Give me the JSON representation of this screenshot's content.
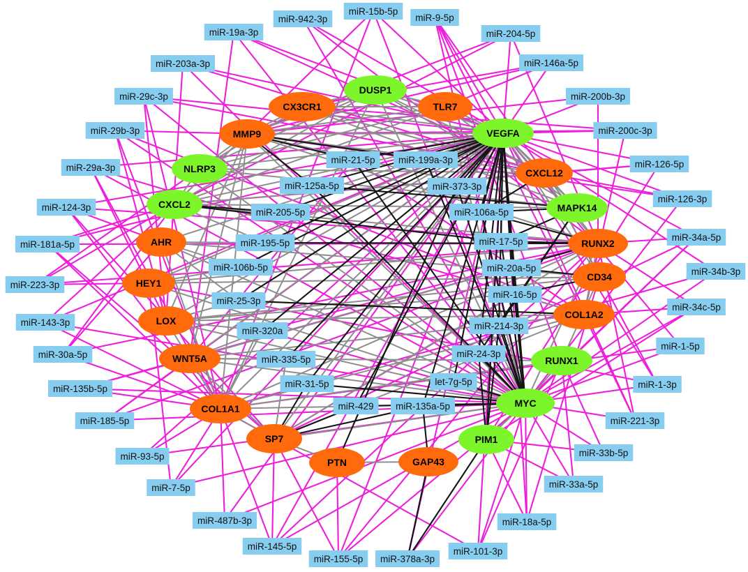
{
  "colors": {
    "mirna_box": "#87CDF0",
    "gene_green": "#7CF52B",
    "gene_orange": "#FF6A0D",
    "edge_magenta": "#EE1FDB",
    "edge_gray": "#8E8E8E",
    "edge_black": "#141414",
    "label_text": "#000000"
  },
  "genes": [
    {
      "label": "DUSP1",
      "color": "#7CF52B"
    },
    {
      "label": "CX3CR1",
      "color": "#FF6A0D"
    },
    {
      "label": "TLR7",
      "color": "#FF6A0D"
    },
    {
      "label": "MMP9",
      "color": "#FF6A0D"
    },
    {
      "label": "VEGFA",
      "color": "#7CF52B"
    },
    {
      "label": "NLRP3",
      "color": "#7CF52B"
    },
    {
      "label": "CXCL12",
      "color": "#FF6A0D"
    },
    {
      "label": "CXCL2",
      "color": "#7CF52B"
    },
    {
      "label": "MAPK14",
      "color": "#7CF52B"
    },
    {
      "label": "AHR",
      "color": "#FF6A0D"
    },
    {
      "label": "RUNX2",
      "color": "#FF6A0D"
    },
    {
      "label": "HEY1",
      "color": "#FF6A0D"
    },
    {
      "label": "CD34",
      "color": "#FF6A0D"
    },
    {
      "label": "LOX",
      "color": "#FF6A0D"
    },
    {
      "label": "COL1A2",
      "color": "#FF6A0D"
    },
    {
      "label": "WNT5A",
      "color": "#FF6A0D"
    },
    {
      "label": "RUNX1",
      "color": "#7CF52B"
    },
    {
      "label": "COL1A1",
      "color": "#FF6A0D"
    },
    {
      "label": "MYC",
      "color": "#7CF52B"
    },
    {
      "label": "SP7",
      "color": "#FF6A0D"
    },
    {
      "label": "PIM1",
      "color": "#7CF52B"
    },
    {
      "label": "PTN",
      "color": "#FF6A0D"
    },
    {
      "label": "GAP43",
      "color": "#FF6A0D"
    }
  ],
  "mirnas": [
    "miR-15b-5p",
    "miR-942-3p",
    "miR-9-5p",
    "miR-19a-3p",
    "miR-204-5p",
    "miR-203a-3p",
    "miR-146a-5p",
    "miR-29c-3p",
    "miR-200b-3p",
    "miR-29b-3p",
    "miR-200c-3p",
    "miR-29a-3p",
    "miR-126-5p",
    "miR-124-3p",
    "miR-126-3p",
    "miR-181a-5p",
    "miR-34a-5p",
    "miR-223-3p",
    "miR-34b-3p",
    "miR-143-3p",
    "miR-34c-5p",
    "miR-30a-5p",
    "miR-1-5p",
    "miR-135b-5p",
    "miR-1-3p",
    "miR-185-5p",
    "miR-221-3p",
    "miR-93-5p",
    "miR-33b-5p",
    "miR-7-5p",
    "miR-33a-5p",
    "miR-487b-3p",
    "miR-18a-5p",
    "miR-145-5p",
    "miR-101-3p",
    "miR-155-5p",
    "miR-378a-3p",
    "miR-21-5p",
    "miR-199a-3p",
    "miR-125a-5p",
    "miR-373-3p",
    "miR-205-5p",
    "miR-106a-5p",
    "miR-195-5p",
    "miR-17-5p",
    "miR-106b-5p",
    "miR-20a-5p",
    "miR-25-3p",
    "miR-16-5p",
    "miR-320a",
    "miR-214-3p",
    "miR-335-5p",
    "miR-24-3p",
    "miR-31-5p",
    "let-7g-5p",
    "miR-429",
    "miR-135a-5p"
  ]
}
